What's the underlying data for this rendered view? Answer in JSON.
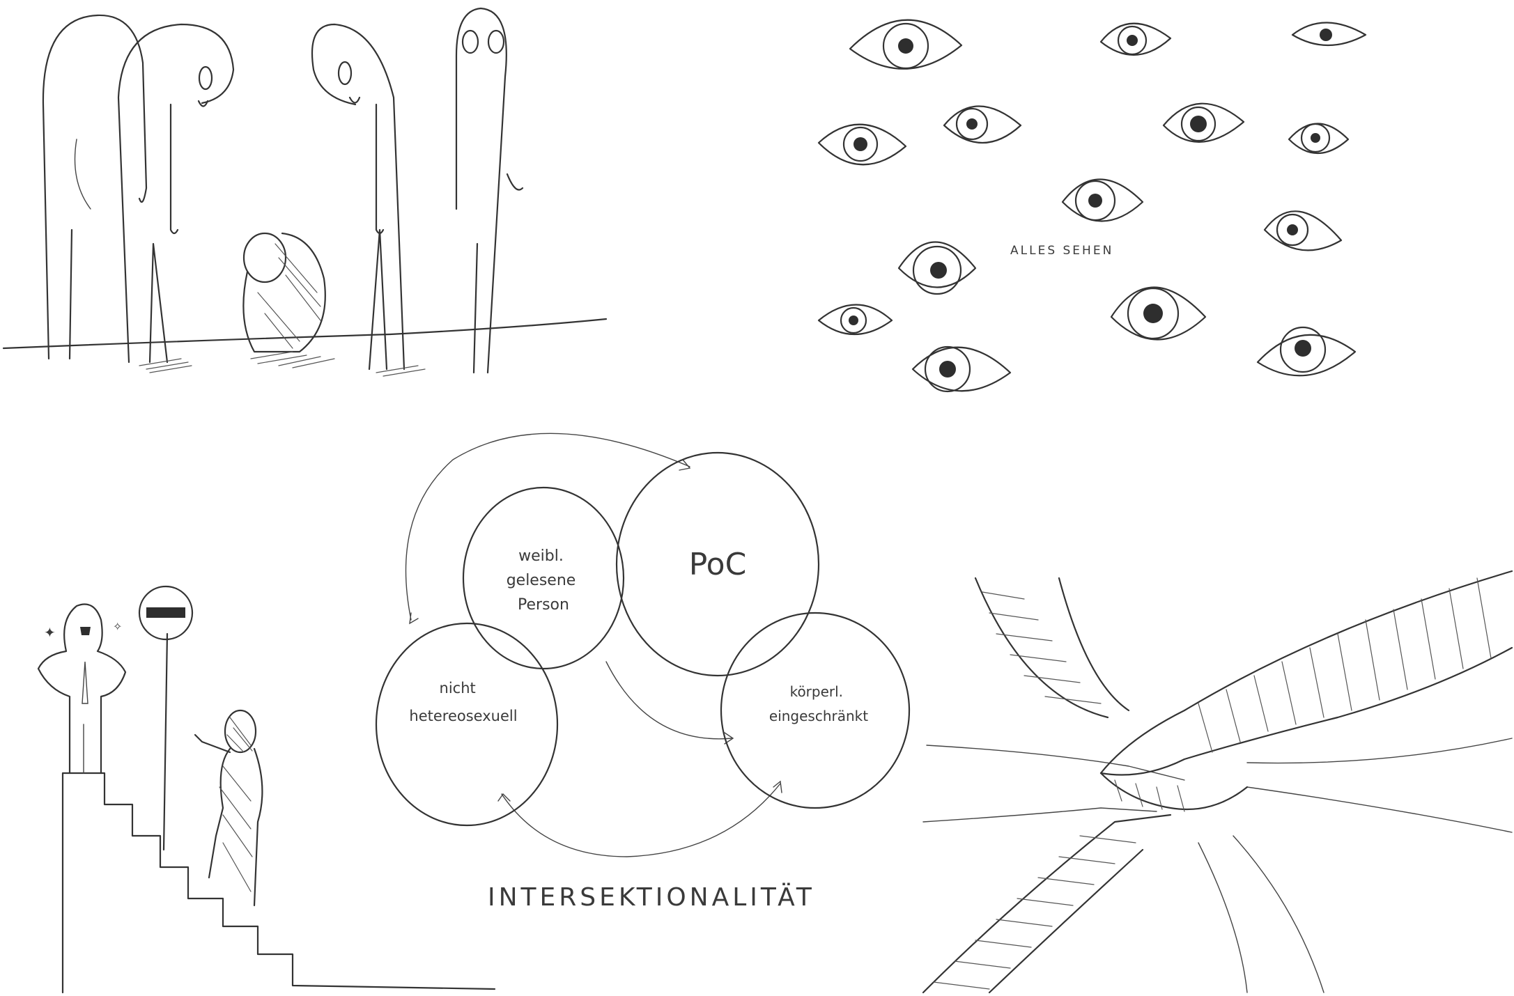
{
  "panels": {
    "crowd": {},
    "eyes": {
      "caption": "ALLES SEHEN"
    },
    "venn": {
      "circles": [
        {
          "label_lines": [
            "weibl.",
            "gelesene",
            "Person"
          ]
        },
        {
          "label_lines": [
            "PoC"
          ]
        },
        {
          "label_lines": [
            "nicht",
            "hetereosexuell"
          ]
        },
        {
          "label_lines": [
            "körperl.",
            "eingeschränkt"
          ]
        }
      ],
      "caption": "INTERSEKTIONALITÄT"
    },
    "stairs": {},
    "hands": {}
  }
}
